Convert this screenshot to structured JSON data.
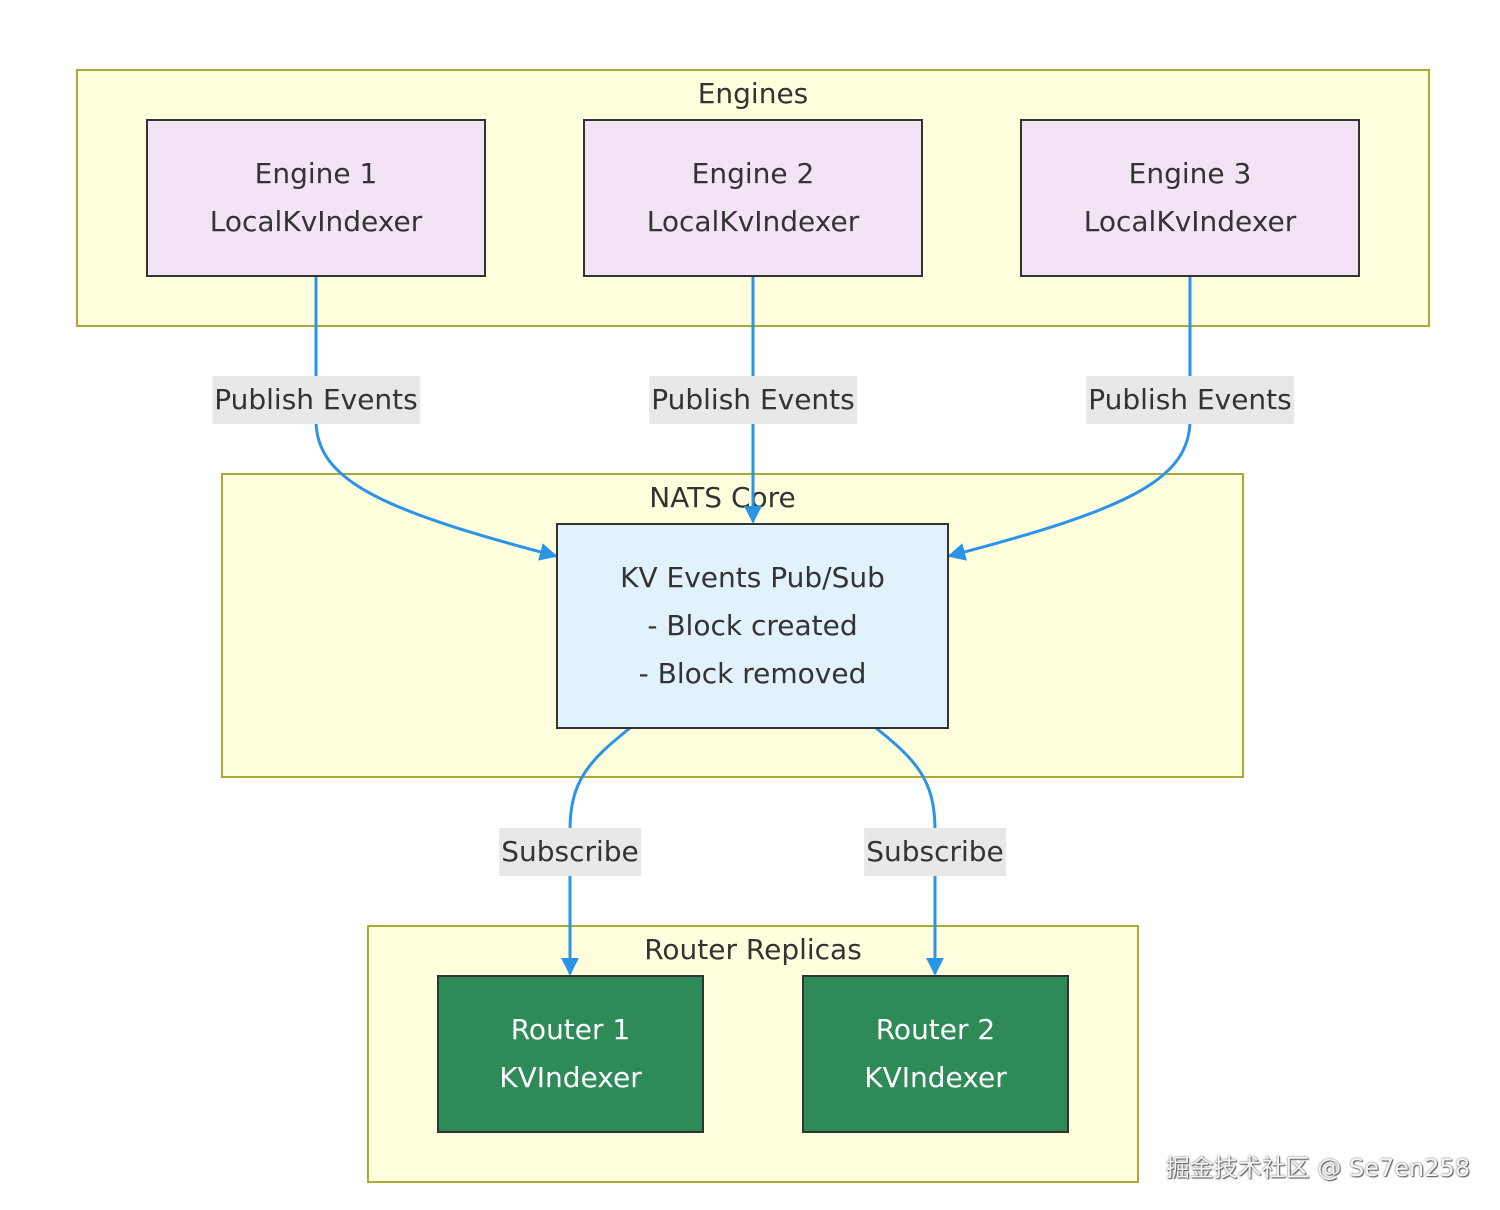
{
  "diagram": {
    "type": "flowchart",
    "colors": {
      "cluster_fill": "#ffffde",
      "cluster_border": "#aaaa33",
      "engine_fill": "#f2e4f4",
      "nats_fill": "#e1f2fc",
      "router_fill": "#2e8b57",
      "edge": "#2b94e6",
      "label_bg": "#e8e8e8"
    },
    "clusters": {
      "engines": {
        "title": "Engines"
      },
      "nats": {
        "title": "NATS Core"
      },
      "routers": {
        "title": "Router Replicas"
      }
    },
    "nodes": {
      "engine1": {
        "line1": "Engine 1",
        "line2": "LocalKvIndexer"
      },
      "engine2": {
        "line1": "Engine 2",
        "line2": "LocalKvIndexer"
      },
      "engine3": {
        "line1": "Engine 3",
        "line2": "LocalKvIndexer"
      },
      "nats": {
        "line1": "KV Events Pub/Sub",
        "line2": "- Block created",
        "line3": "- Block removed"
      },
      "router1": {
        "line1": "Router 1",
        "line2": "KVIndexer"
      },
      "router2": {
        "line1": "Router 2",
        "line2": "KVIndexer"
      }
    },
    "edges": [
      {
        "from": "engine1",
        "to": "nats",
        "label": "Publish Events"
      },
      {
        "from": "engine2",
        "to": "nats",
        "label": "Publish Events"
      },
      {
        "from": "engine3",
        "to": "nats",
        "label": "Publish Events"
      },
      {
        "from": "nats",
        "to": "router1",
        "label": "Subscribe"
      },
      {
        "from": "nats",
        "to": "router2",
        "label": "Subscribe"
      }
    ]
  },
  "watermark": "掘金技术社区 @ Se7en258"
}
